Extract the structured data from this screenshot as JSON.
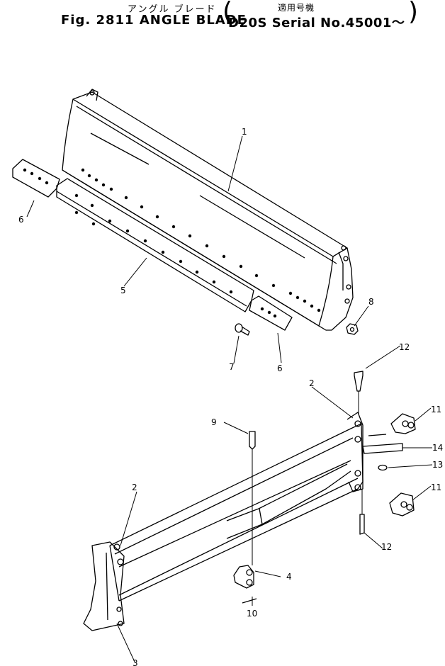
{
  "header": {
    "title_jp": "アングル ブレード",
    "title_en": "Fig. 2811 ANGLE BLADE",
    "applicable_jp": "適用号機",
    "serial": "D20S Serial No.45001～"
  },
  "callouts": [
    "1",
    "2",
    "2",
    "3",
    "4",
    "5",
    "6",
    "6",
    "7",
    "8",
    "9",
    "10",
    "11",
    "11",
    "12",
    "12",
    "13",
    "14"
  ]
}
